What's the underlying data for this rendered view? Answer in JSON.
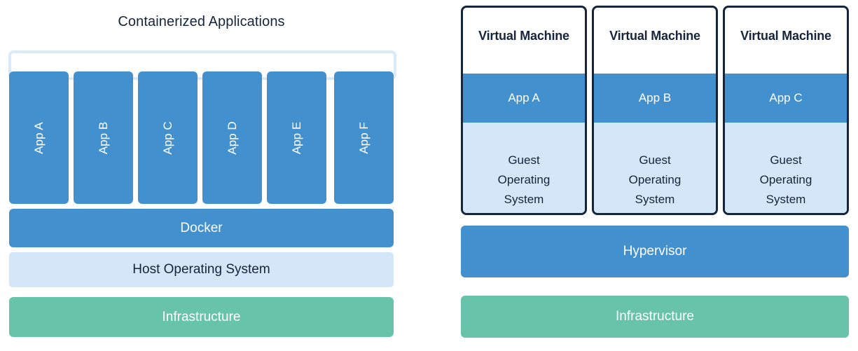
{
  "left_panel": {
    "title": "Containerized Applications",
    "bracket_name": "containers-bracket",
    "apps": [
      {
        "label": "App A"
      },
      {
        "label": "App B"
      },
      {
        "label": "App C"
      },
      {
        "label": "App D"
      },
      {
        "label": "App E"
      },
      {
        "label": "App F"
      }
    ],
    "layers": [
      {
        "label": "Docker",
        "color": "#4390ce"
      },
      {
        "label": "Host Operating System",
        "color": "#d4e7f8"
      },
      {
        "label": "Infrastructure",
        "color": "#67c3a9"
      }
    ]
  },
  "right_panel": {
    "vms": [
      {
        "title": "Virtual Machine",
        "app": "App A",
        "guest_os_lines": [
          "Guest",
          "Operating",
          "System"
        ]
      },
      {
        "title": "Virtual Machine",
        "app": "App B",
        "guest_os_lines": [
          "Guest",
          "Operating",
          "System"
        ]
      },
      {
        "title": "Virtual Machine",
        "app": "App C",
        "guest_os_lines": [
          "Guest",
          "Operating",
          "System"
        ]
      }
    ],
    "layers": [
      {
        "label": "Hypervisor",
        "color": "#4390ce"
      },
      {
        "label": "Infrastructure",
        "color": "#67c3a9"
      }
    ]
  },
  "colors": {
    "blue": "#4390ce",
    "light_blue": "#d4e7f8",
    "bracket_blue": "#d9eaf9",
    "green": "#67c3a9",
    "navy_text": "#16243c",
    "white": "#ffffff"
  }
}
